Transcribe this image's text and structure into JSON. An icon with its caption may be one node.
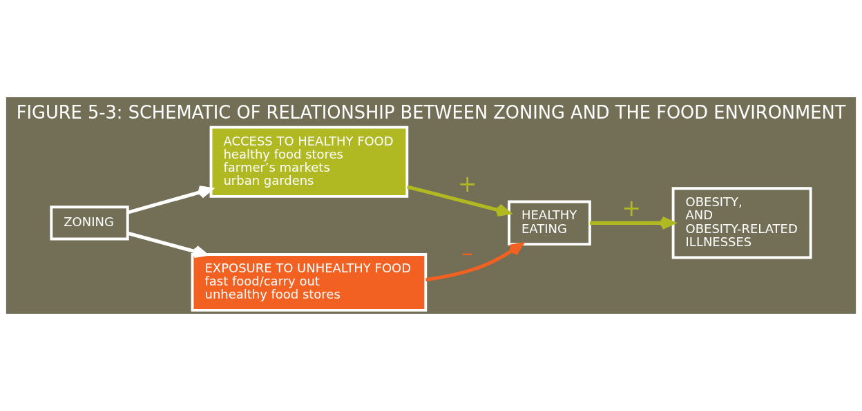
{
  "diagram": {
    "title": "FIGURE 5-3: SCHEMATIC OF RELATIONSHIP BETWEEN ZONING AND THE FOOD ENVIRONMENT",
    "nodes": [
      {
        "text": [
          "ZONING"
        ]
      },
      {
        "text": [
          "ACCESS TO HEALTHY FOOD",
          "healthy food stores",
          "farmer’s markets",
          "urban gardens"
        ]
      },
      {
        "text": [
          "EXPOSURE TO UNHEALTHY FOOD",
          "fast food/carry out",
          "unhealthy food stores"
        ]
      },
      {
        "text": [
          "HEALTHY EATING"
        ]
      },
      {
        "text": [
          "OBESITY, AND OBESITY-RELATED ILLNESSES"
        ]
      }
    ],
    "edges": [
      {
        "from": 0,
        "to": 1,
        "arrow": "to",
        "color": "#ffffff"
      },
      {
        "from": 0,
        "to": 2,
        "arrow": "to",
        "color": "#ffffff"
      },
      {
        "from": 1,
        "to": 3,
        "arrow": "to",
        "label": "+",
        "color": "#b0b822"
      },
      {
        "from": 2,
        "to": 3,
        "arrow": "to",
        "label": "–",
        "color": "#f26122"
      },
      {
        "from": 3,
        "to": 4,
        "arrow": "to",
        "label": "+",
        "color": "#b0b822"
      }
    ]
  }
}
